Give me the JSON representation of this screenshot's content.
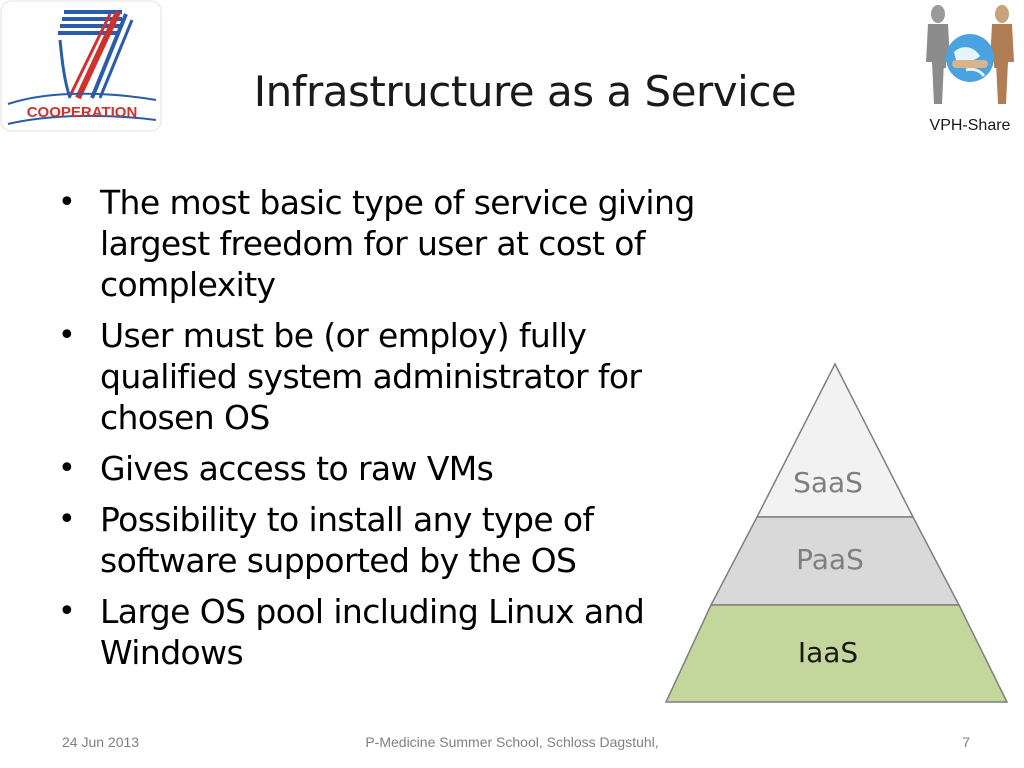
{
  "slide": {
    "title": "Infrastructure as a Service",
    "bullets": [
      "The most basic type of service giving largest freedom for user at cost of complexity",
      "User must be (or employ) fully qualified system administrator for chosen OS",
      "Gives access to raw VMs",
      "Possibility to install any type of software supported by the OS",
      "Large OS pool including Linux and Windows"
    ]
  },
  "logos": {
    "left_text": "COOPERATION",
    "right_text": "VPH-Share"
  },
  "pyramid": {
    "levels": [
      {
        "label": "SaaS",
        "fill": "#f2f2f2",
        "text_color": "#7f7f7f"
      },
      {
        "label": "PaaS",
        "fill": "#d9d9d9",
        "text_color": "#7f7f7f"
      },
      {
        "label": "IaaS",
        "fill": "#c3d69b",
        "text_color": "#1a1a1a"
      }
    ]
  },
  "footer": {
    "date": "24 Jun 2013",
    "event": "P-Medicine Summer School, Schloss Dagstuhl,",
    "page": "7"
  }
}
